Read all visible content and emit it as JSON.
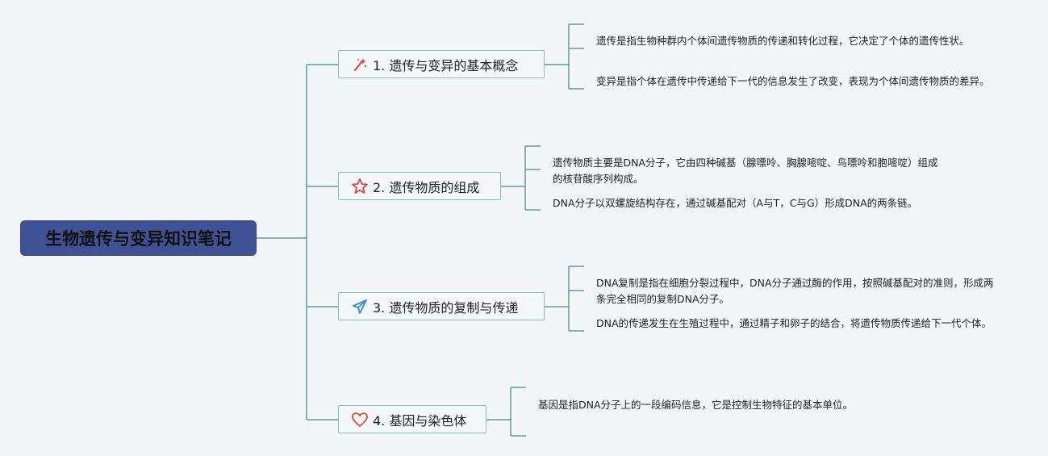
{
  "title": "生物遗传与变异知识笔记",
  "colors": {
    "root_bg": "#3f5295",
    "connector": "#5f9d98",
    "branch_border": "#8fb9b9",
    "background": "#f3f6f9"
  },
  "branches": [
    {
      "label": "1. 遗传与变异的基本概念",
      "icon": "sparkle-wand-icon",
      "notes": [
        "遗传是指生物种群内个体间遗传物质的传递和转化过程，它决定了个体的遗传性状。",
        "变异是指个体在遗传中传递给下一代的信息发生了改变，表现为个体间遗传物质的差异。"
      ]
    },
    {
      "label": "2. 遗传物质的组成",
      "icon": "star-icon",
      "notes": [
        "遗传物质主要是DNA分子，它由四种碱基（腺嘌呤、胸腺嘧啶、鸟嘌呤和胞嘧啶）组成的核苷酸序列构成。",
        "DNA分子以双螺旋结构存在，通过碱基配对（A与T，C与G）形成DNA的两条链。"
      ]
    },
    {
      "label": "3. 遗传物质的复制与传递",
      "icon": "paper-plane-icon",
      "notes": [
        "DNA复制是指在细胞分裂过程中，DNA分子通过酶的作用，按照碱基配对的准则，形成两条完全相同的复制DNA分子。",
        "DNA的传递发生在生殖过程中，通过精子和卵子的结合，将遗传物质传递给下一代个体。"
      ]
    },
    {
      "label": "4. 基因与染色体",
      "icon": "heart-icon",
      "notes": [
        "基因是指DNA分子上的一段编码信息，它是控制生物特征的基本单位。"
      ]
    }
  ]
}
